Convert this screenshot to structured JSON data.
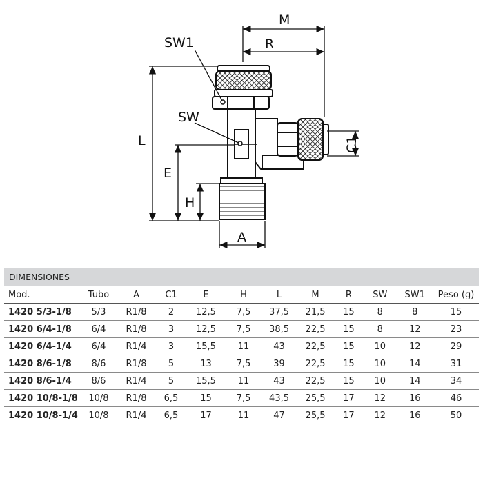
{
  "drawing": {
    "labels": {
      "sw1": "SW1",
      "sw": "SW",
      "m": "M",
      "r": "R",
      "l": "L",
      "e": "E",
      "h": "H",
      "a": "A",
      "c1": "C1"
    }
  },
  "table": {
    "title": "DIMENSIONES",
    "headers": [
      "Mod.",
      "Tubo",
      "A",
      "C1",
      "E",
      "H",
      "L",
      "M",
      "R",
      "SW",
      "SW1",
      "Peso (g)"
    ],
    "rows": [
      [
        "1420 5/3-1/8",
        "5/3",
        "R1/8",
        "2",
        "12,5",
        "7,5",
        "37,5",
        "21,5",
        "15",
        "8",
        "8",
        "15"
      ],
      [
        "1420 6/4-1/8",
        "6/4",
        "R1/8",
        "3",
        "12,5",
        "7,5",
        "38,5",
        "22,5",
        "15",
        "8",
        "12",
        "23"
      ],
      [
        "1420 6/4-1/4",
        "6/4",
        "R1/4",
        "3",
        "15,5",
        "11",
        "43",
        "22,5",
        "15",
        "10",
        "12",
        "29"
      ],
      [
        "1420 8/6-1/8",
        "8/6",
        "R1/8",
        "5",
        "13",
        "7,5",
        "39",
        "22,5",
        "15",
        "10",
        "14",
        "31"
      ],
      [
        "1420 8/6-1/4",
        "8/6",
        "R1/4",
        "5",
        "15,5",
        "11",
        "43",
        "22,5",
        "15",
        "10",
        "14",
        "34"
      ],
      [
        "1420 10/8-1/8",
        "10/8",
        "R1/8",
        "6,5",
        "15",
        "7,5",
        "43,5",
        "25,5",
        "17",
        "12",
        "16",
        "46"
      ],
      [
        "1420 10/8-1/4",
        "10/8",
        "R1/4",
        "6,5",
        "17",
        "11",
        "47",
        "25,5",
        "17",
        "12",
        "16",
        "50"
      ]
    ]
  }
}
